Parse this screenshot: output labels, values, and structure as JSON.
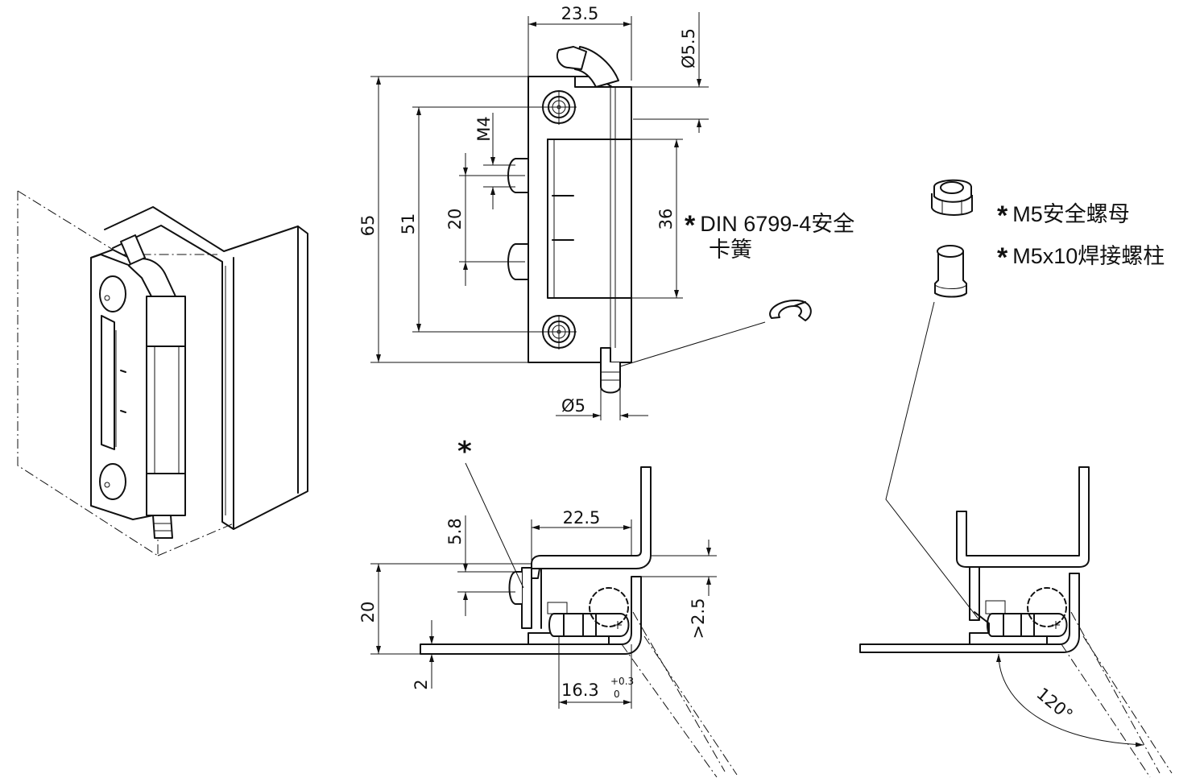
{
  "dimensions": {
    "top_width": "23.5",
    "pin_top_dia": "Ø5.5",
    "overall_height": "65",
    "hole_spacing": "51",
    "stud_spacing": "20",
    "thread": "M4",
    "window_height": "36",
    "pin_bottom_dia": "Ø5",
    "section_width": "22.5",
    "stud_height": "5.8",
    "section_height": "20",
    "sheet_thickness": "2",
    "offset": ">2.5",
    "pin_offset": "16.3",
    "pin_offset_tol_upper": "+0.3",
    "pin_offset_tol_lower": "0",
    "opening_angle": "120°"
  },
  "callouts": {
    "clip_star": "*",
    "clip_label_line1": "DIN 6799-4安全",
    "clip_label_line2": "卡簧",
    "nut_star": "*",
    "nut_label": "M5安全螺母",
    "stud_star": "*",
    "stud_label": "M5x10焊接螺柱",
    "section_star": "*"
  }
}
